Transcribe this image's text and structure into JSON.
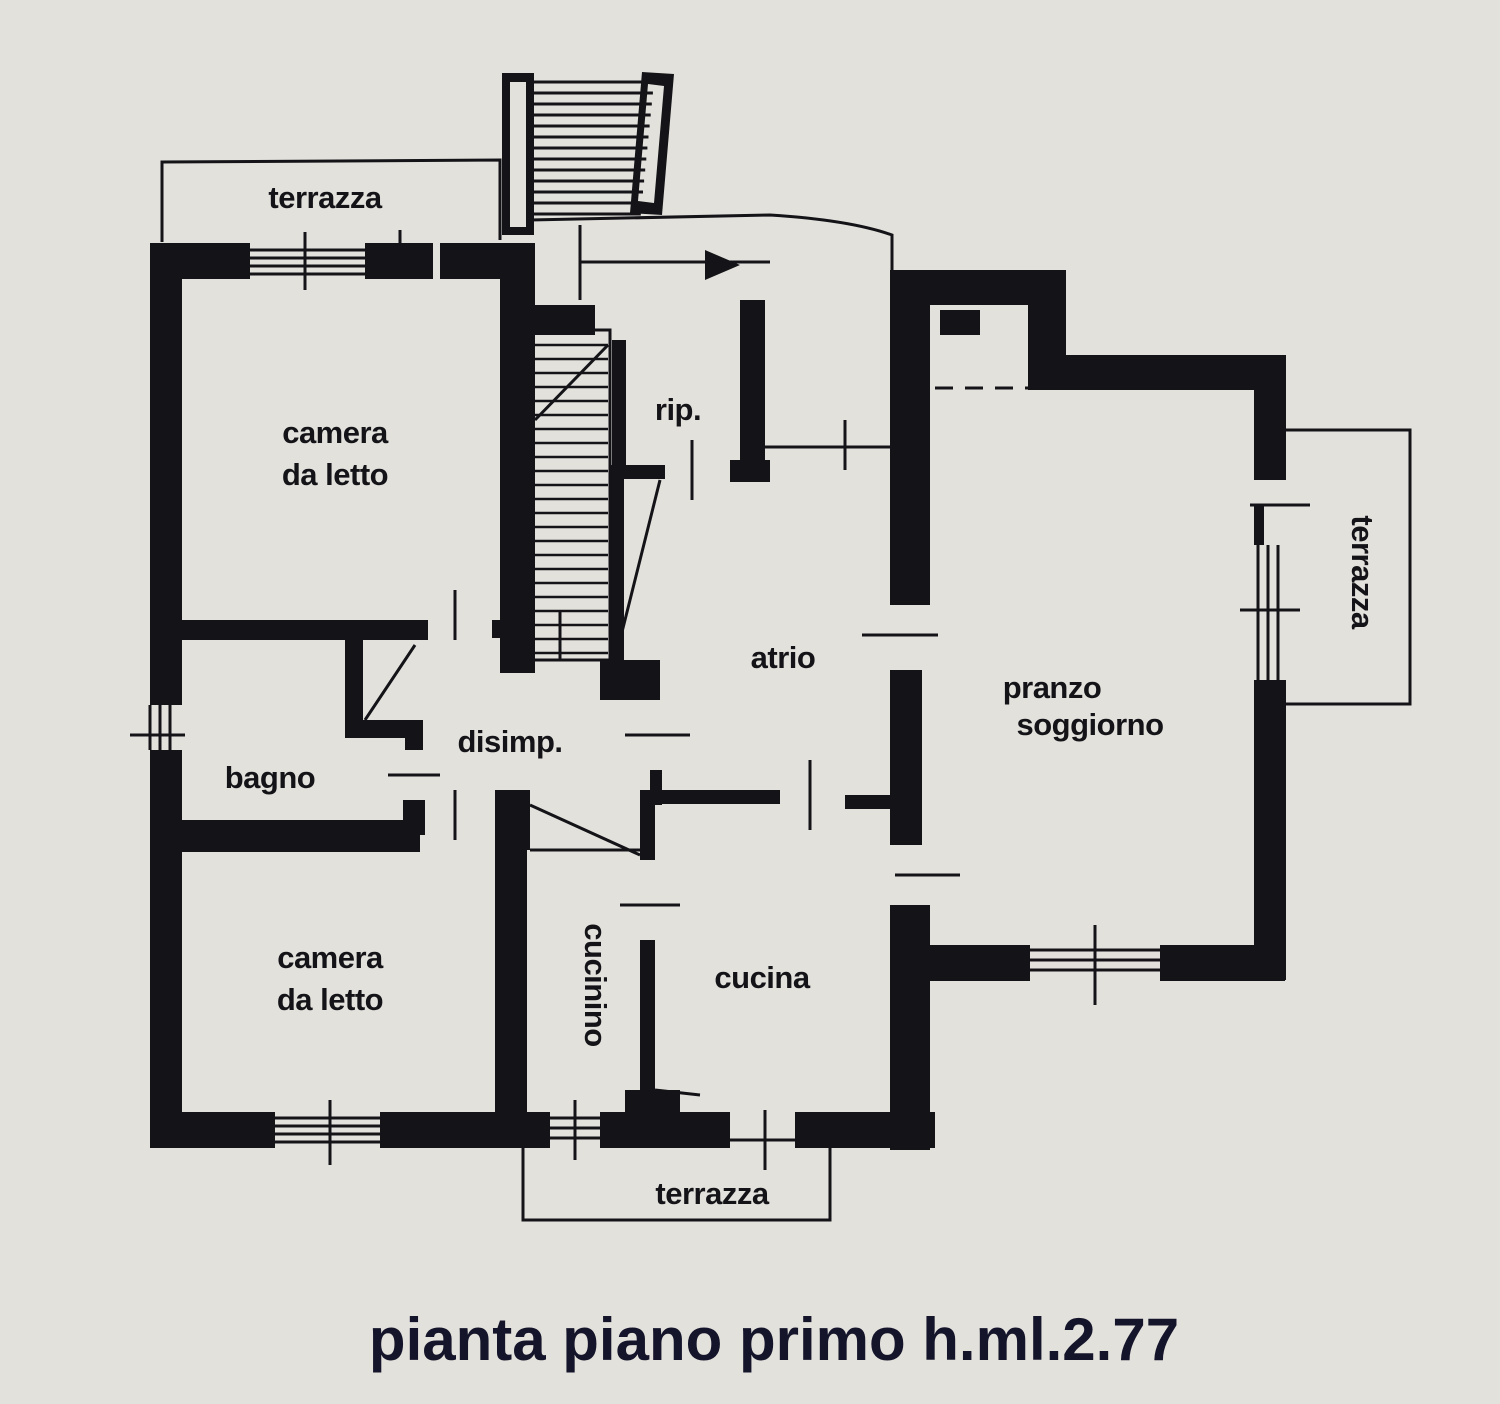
{
  "plan": {
    "caption": "pianta piano primo h.ml.2.77",
    "rooms": {
      "terrace_north": "terrazza",
      "bedroom_1_line1": "camera",
      "bedroom_1_line2": "da letto",
      "storage": "rip.",
      "atrium": "atrio",
      "living_line1": "pranzo",
      "living_line2": "soggiorno",
      "terrace_east": "terrazza",
      "hallway": "disimp.",
      "bathroom": "bagno",
      "bedroom_2_line1": "camera",
      "bedroom_2_line2": "da letto",
      "kitchenette": "cucinino",
      "kitchen": "cucina",
      "terrace_south": "terrazza"
    }
  },
  "colors": {
    "paper": "#e3e1dc",
    "ink": "#141418"
  }
}
